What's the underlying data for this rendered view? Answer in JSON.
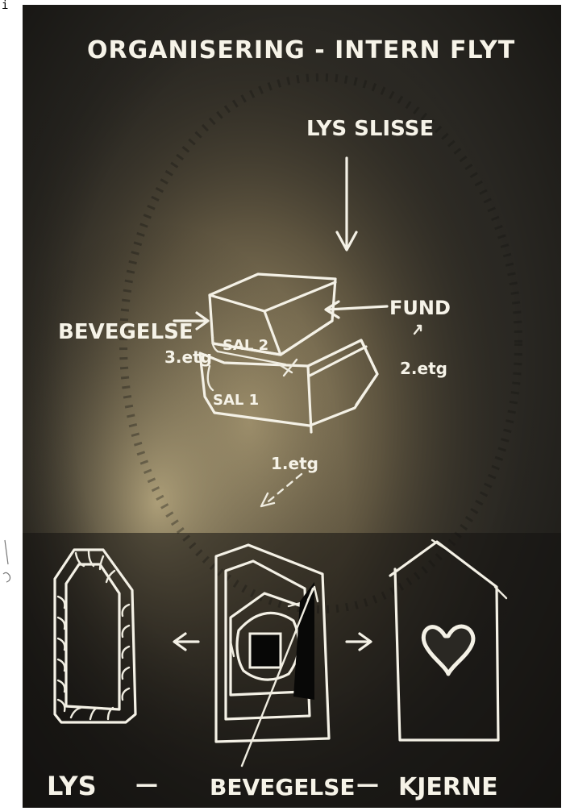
{
  "corner_mark": "i",
  "sketch": {
    "title": "ORGANISERING - INTERN FLYT",
    "top_label": "LYS SLISSE",
    "label_fund": "FUND",
    "label_bevegelse": "BEVEGELSE",
    "label_sal2": "SAL 2",
    "label_sal1": "SAL 1",
    "label_3etg": "3.etg",
    "label_2etg": "2.etg",
    "label_1etg": "1.etg",
    "bottom_left": "LYS",
    "bottom_center": "BEVEGELSE",
    "bottom_right": "KJERNE",
    "dash": "—"
  },
  "colors": {
    "chalkboard": "#2a2823",
    "chalk": "#f4f1e6",
    "glow": "#b8a57a"
  }
}
